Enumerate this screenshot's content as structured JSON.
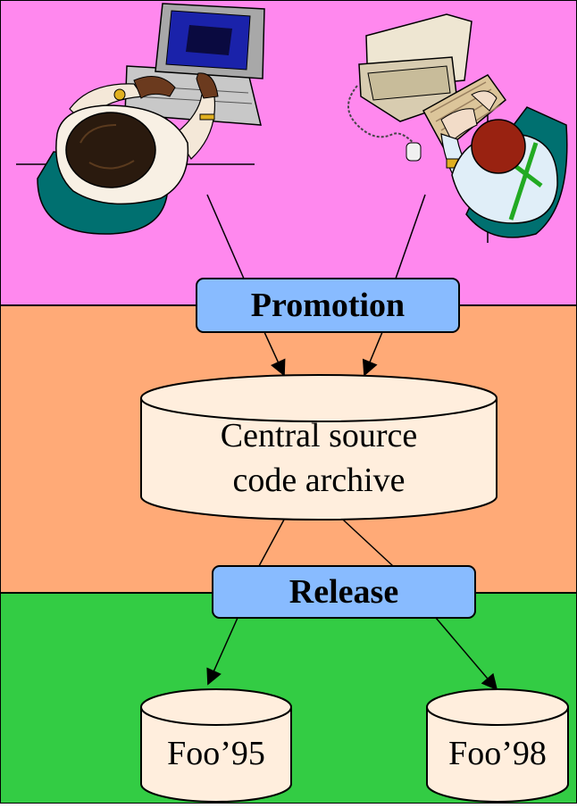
{
  "colors": {
    "developer_zone": "#ff88ee",
    "archive_zone": "#ffaa77",
    "release_zone": "#33cc44",
    "process_box": "#88bbff",
    "cylinder_fill": "#ffeedd",
    "line": "#000000"
  },
  "promotion": {
    "label": "Promotion"
  },
  "archive": {
    "line1": "Central source",
    "line2": "code archive"
  },
  "release": {
    "label": "Release"
  },
  "releases": [
    {
      "label": "Foo’95"
    },
    {
      "label": "Foo’98"
    }
  ],
  "developers": [
    {
      "icon": "developer-laptop-icon"
    },
    {
      "icon": "developer-desktop-icon"
    }
  ]
}
